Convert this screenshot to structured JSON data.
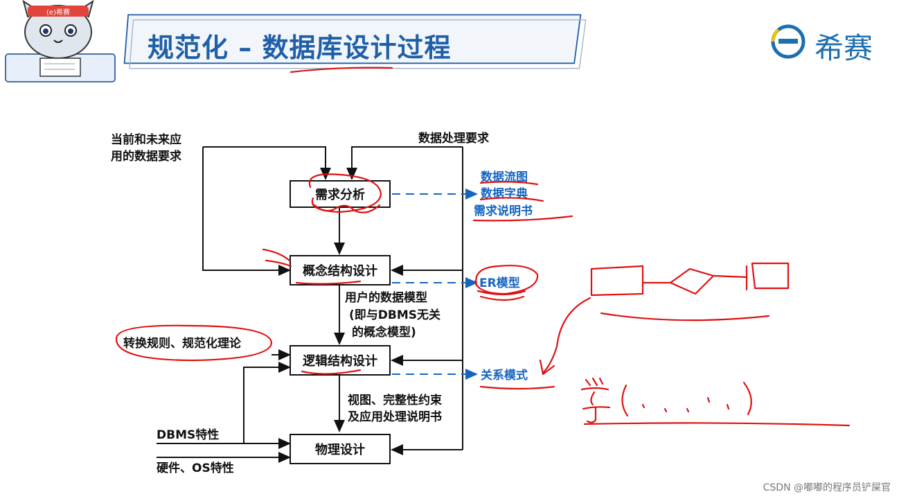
{
  "header": {
    "title": "规范化 – 数据库设计过程",
    "logo_text": "希赛"
  },
  "diagram": {
    "inputs": {
      "data_requirements_line1": "当前和未来应",
      "data_requirements_line2": "用的数据要求",
      "processing_requirements": "数据处理要求",
      "dbms_features": "DBMS特性",
      "hardware_os": "硬件、OS特性"
    },
    "steps": {
      "requirements_analysis": "需求分析",
      "conceptual_design": "概念结构设计",
      "logical_design": "逻辑结构设计",
      "physical_design": "物理设计"
    },
    "outputs": {
      "requirements_line1": "数据流图",
      "requirements_line2": "数据字典",
      "requirements_line3": "需求说明书",
      "conceptual": "ER模型",
      "logical": "关系模式"
    },
    "notes": {
      "user_model_line1": "用户的数据模型",
      "user_model_line2": "(即与DBMS无关",
      "user_model_line3": "的概念模型)",
      "logical_input": "转换规则、规范化理论",
      "views_line1": "视图、完整性约束",
      "views_line2": "及应用处理说明书"
    }
  },
  "watermark": "CSDN @嘟嘟的程序员铲屎官",
  "colors": {
    "title": "#1f5fa8",
    "output_blue": "#1565c0",
    "annotation_red": "#e01010",
    "line": "#111111"
  }
}
